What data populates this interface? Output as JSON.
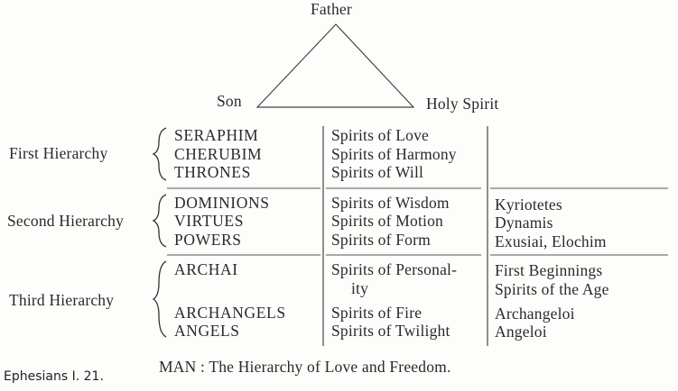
{
  "trinity": {
    "top": "Father",
    "left": "Son",
    "right": "Holy Spirit"
  },
  "hierarchies": [
    {
      "label": "First Hierarchy",
      "beings": [
        {
          "name": "SERAPHIM",
          "spirits": "Spirits of Love",
          "greek": ""
        },
        {
          "name": "CHERUBIM",
          "spirits": "Spirits of Harmony",
          "greek": ""
        },
        {
          "name": "THRONES",
          "spirits": "Spirits of Will",
          "greek": ""
        }
      ]
    },
    {
      "label": "Second Hierarchy",
      "beings": [
        {
          "name": "DOMINIONS",
          "spirits": "Spirits of Wisdom",
          "greek": "Kyriotetes"
        },
        {
          "name": "VIRTUES",
          "spirits": "Spirits of Motion",
          "greek": "Dynamis"
        },
        {
          "name": "POWERS",
          "spirits": "Spirits of Form",
          "greek": "Exusiai, Elochim"
        }
      ]
    },
    {
      "label": "Third Hierarchy",
      "beings": [
        {
          "name": "ARCHAI",
          "spirits": "Spirits of Personal-",
          "spirits_cont": "ity",
          "greek": "First Beginnings",
          "greek_cont": "Spirits of the Age"
        },
        {
          "name": "ARCHANGELS",
          "spirits": "Spirits of Fire",
          "greek": "Archangeloi"
        },
        {
          "name": "ANGELS",
          "spirits": "Spirits of Twilight",
          "greek": "Angeloi"
        }
      ]
    }
  ],
  "man_line": "MAN : The Hierarchy of Love and Freedom.",
  "footnote": "Ephesians I. 21."
}
